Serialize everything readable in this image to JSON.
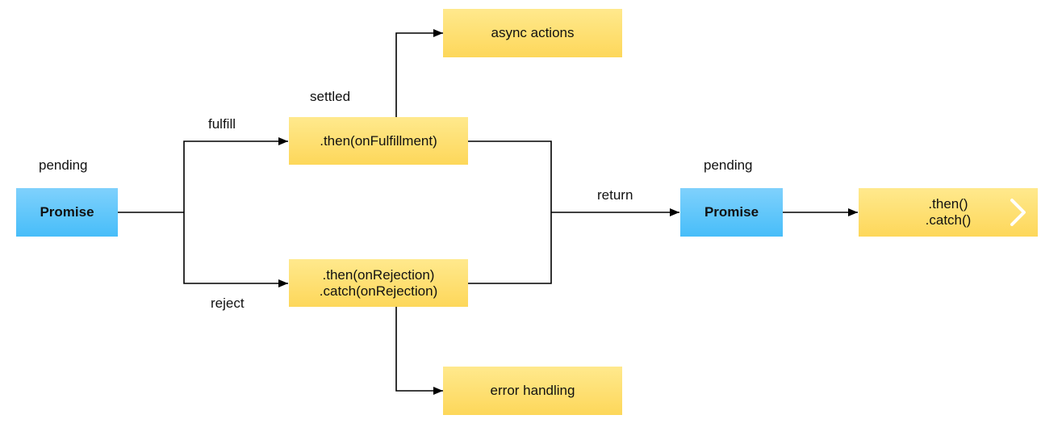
{
  "labels": {
    "pending_left": "pending",
    "pending_right": "pending",
    "settled": "settled",
    "fulfill": "fulfill",
    "reject": "reject",
    "return": "return"
  },
  "boxes": {
    "promise_left": "Promise",
    "then_fulfillment": ".then(onFulfillment)",
    "then_rejection_line1": ".then(onRejection)",
    "then_rejection_line2": ".catch(onRejection)",
    "async_actions": "async actions",
    "error_handling": "error handling",
    "promise_right": "Promise",
    "chain_line1": ".then()",
    "chain_line2": ".catch()"
  },
  "icons": {
    "chain_next": "chevron-right-icon"
  },
  "colors": {
    "promise_box": "#5bc6fa",
    "handler_box": "#fedf6f",
    "connector": "#000000",
    "chevron": "#ffffff"
  }
}
